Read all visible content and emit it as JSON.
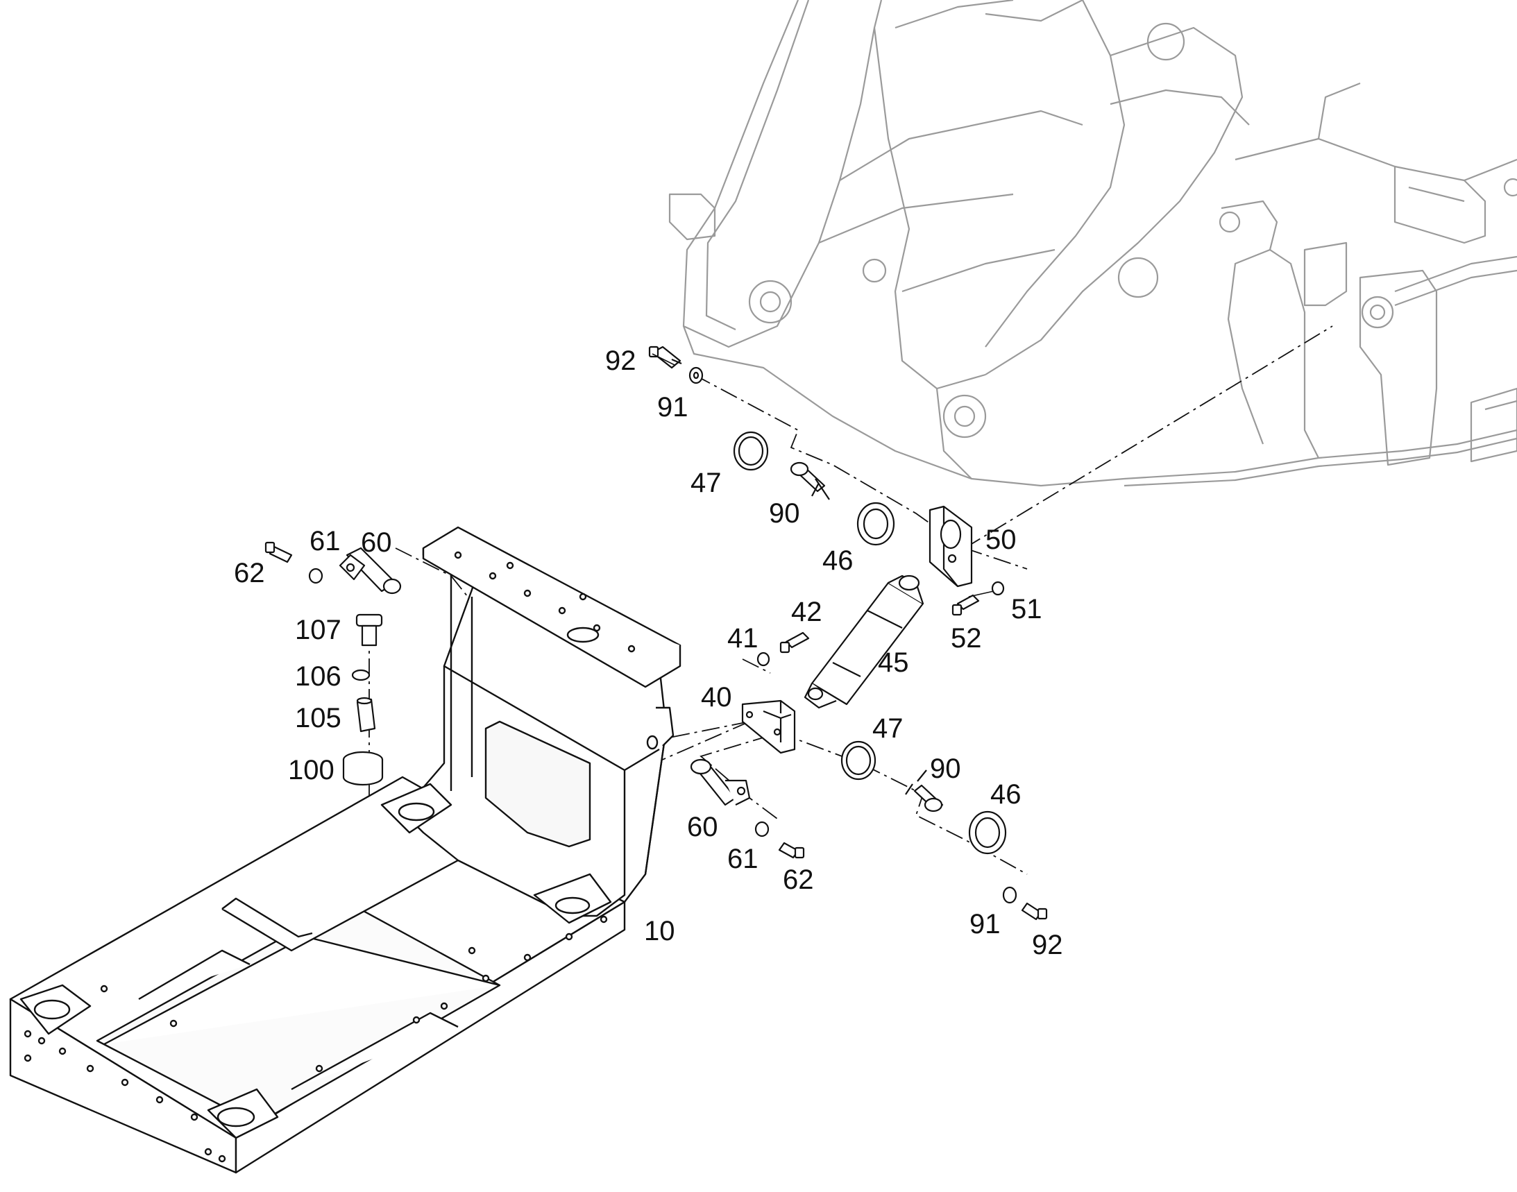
{
  "colors": {
    "line": "#111111",
    "ghost": "#9a9a9a",
    "background": "#ffffff"
  },
  "callouts": {
    "c10": "10",
    "c40": "40",
    "c41": "41",
    "c42": "42",
    "c45": "45",
    "c46a": "46",
    "c46b": "46",
    "c47a": "47",
    "c47b": "47",
    "c50": "50",
    "c51": "51",
    "c52": "52",
    "c60a": "60",
    "c60b": "60",
    "c61a": "61",
    "c61b": "61",
    "c62a": "62",
    "c62b": "62",
    "c90a": "90",
    "c90b": "90",
    "c91a": "91",
    "c91b": "91",
    "c92a": "92",
    "c92b": "92",
    "c100": "100",
    "c105": "105",
    "c106": "106",
    "c107": "107"
  }
}
